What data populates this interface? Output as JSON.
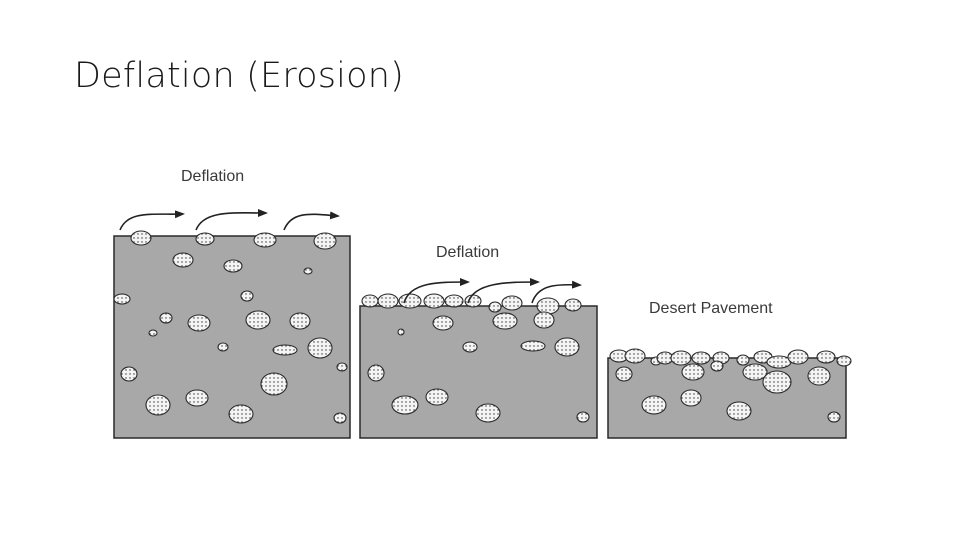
{
  "slide": {
    "title": "Deflation (Erosion)"
  },
  "diagram": {
    "panels": [
      {
        "label": "Deflation"
      },
      {
        "label": "Deflation"
      },
      {
        "label": "Desert Pavement"
      }
    ],
    "colors": {
      "ground": "#a8a8a8",
      "outline": "#2a2a2a",
      "pebble": "#f4f4f4",
      "arrow": "#222222"
    }
  }
}
